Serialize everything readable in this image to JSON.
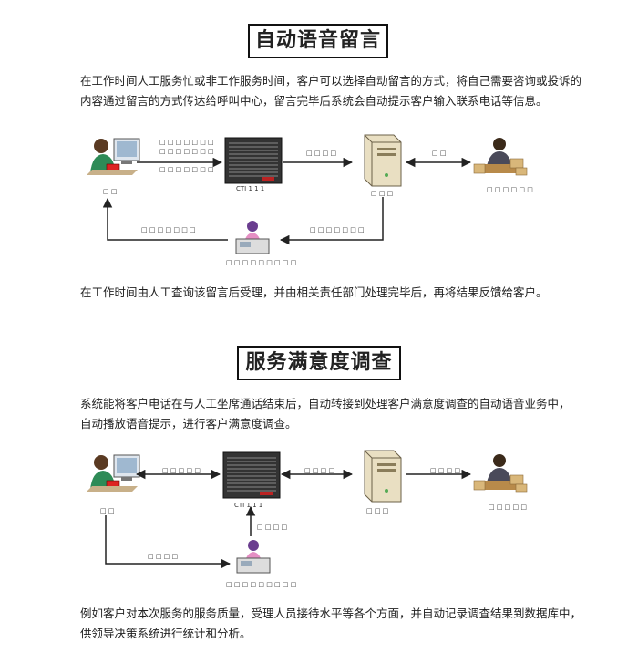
{
  "section1": {
    "title": "自动语音留言",
    "intro": [
      "在工作时间人工服务忙或非工作服务时间，客户可以选择自动留言的方式，将自己需要咨询或投诉的",
      "内容通过留言的方式传达给呼叫中心，留言完毕后系统会自动提示客户输入联系电话等信息。"
    ],
    "outro": "在工作时间由人工查询该留言后受理，并由相关责任部门处理完毕后，再将结果反馈给客户。",
    "diagram": {
      "switch_label": "CTI 1 1 1"
    }
  },
  "section2": {
    "title": "服务满意度调查",
    "intro": [
      "系统能将客户电话在与人工坐席通话结束后，自动转接到处理客户满意度调查的自动语音业务中，",
      "自动播放语音提示，进行客户满意度调查。"
    ],
    "outro": [
      "例如客户对本次服务的服务质量，受理人员接待水平等各个方面，并自动记录调查结果到数据库中，",
      "供领导决策系统进行统计和分析。"
    ],
    "diagram": {
      "switch_label": "CTI 1 1 1"
    }
  }
}
